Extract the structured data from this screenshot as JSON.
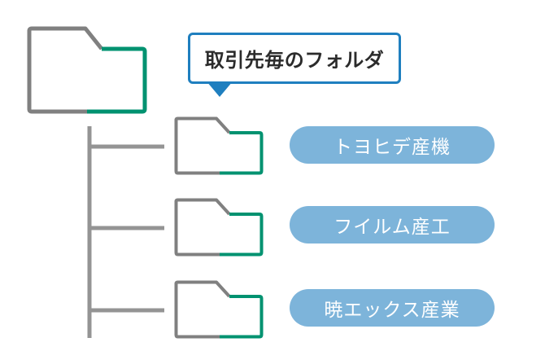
{
  "diagram": {
    "type": "folder-hierarchy",
    "background_color": "#ffffff",
    "palette": {
      "folder_gray": "#808080",
      "folder_green": "#009270",
      "callout_border": "#1f7fbf",
      "callout_arrow": "#1f7fbf",
      "callout_text": "#2b2b2b",
      "pill_fill": "#7db4da",
      "pill_text": "#ffffff",
      "connector_line": "#949494"
    }
  },
  "callout": {
    "label": "取引先毎のフォルダ",
    "points_to": "child-folder-group"
  },
  "root_folder": {
    "name": "root-folder",
    "icon": "folder-icon"
  },
  "children": [
    {
      "folder_icon": "folder-icon",
      "label": "トヨヒデ産機"
    },
    {
      "folder_icon": "folder-icon",
      "label": "フイルム産工"
    },
    {
      "folder_icon": "folder-icon",
      "label": "暁エックス産業"
    }
  ]
}
